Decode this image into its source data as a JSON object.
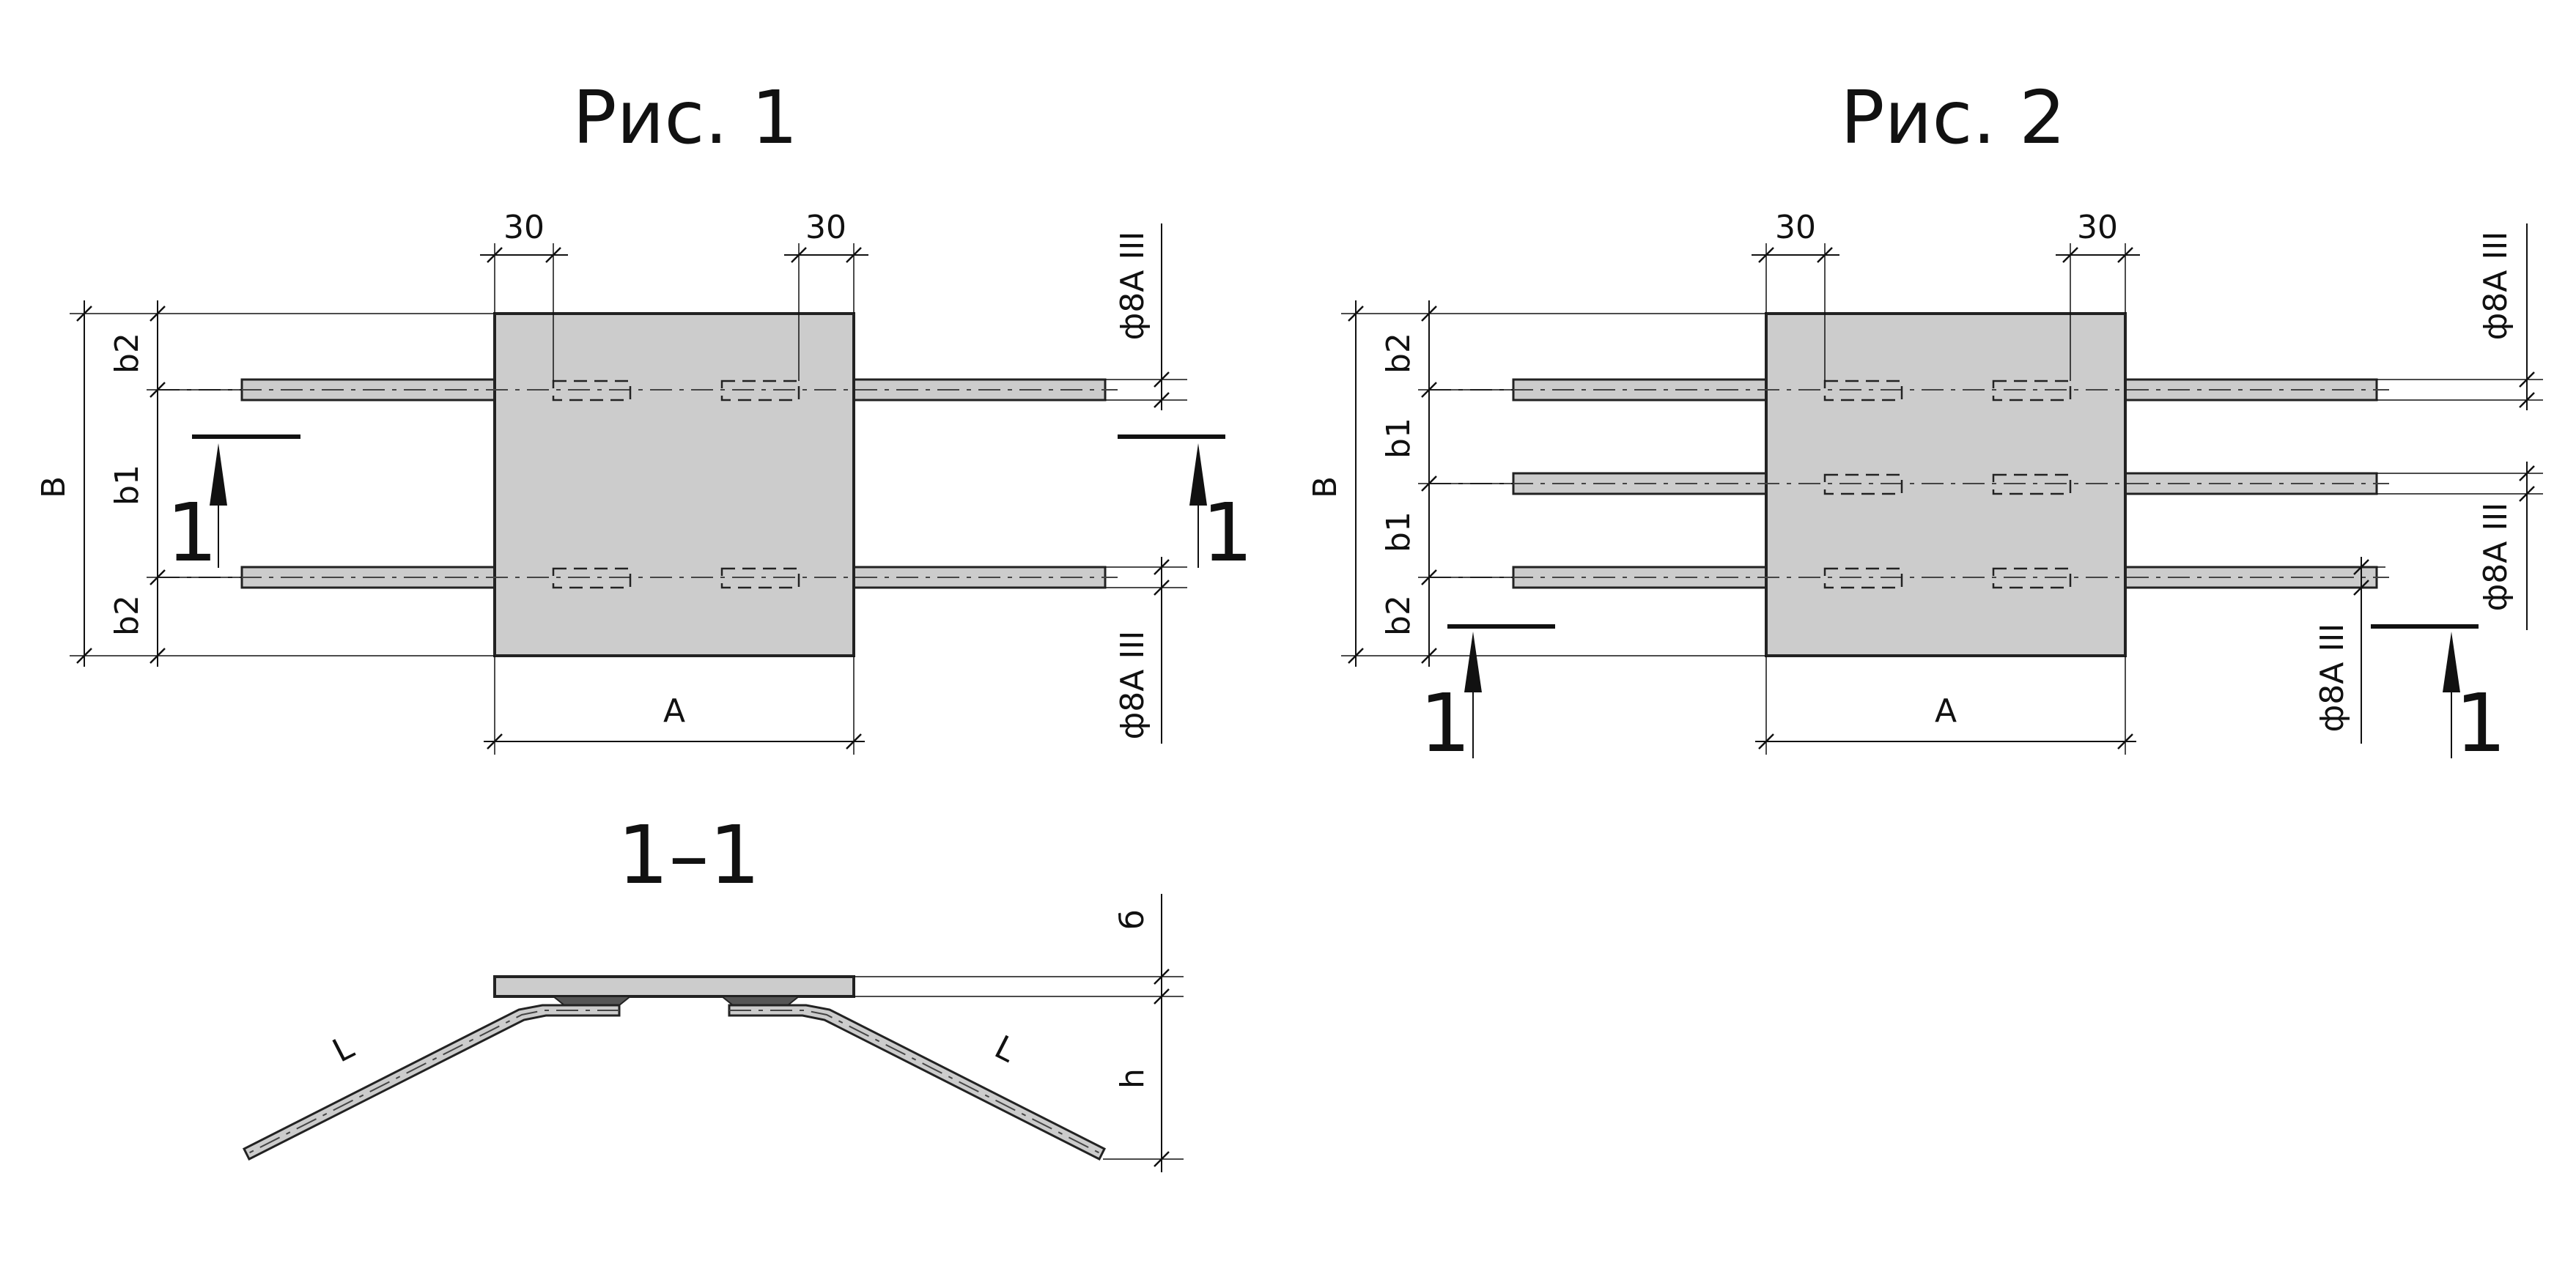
{
  "figures": {
    "fig1": {
      "title": "Рис. 1",
      "dim_30_left": "30",
      "dim_30_right": "30",
      "dim_A": "A",
      "dim_B": "B",
      "dim_b1": "b1",
      "dim_b2_top": "b2",
      "dim_b2_bottom": "b2",
      "bar_label_top": "ф8А III",
      "bar_label_bottom": "ф8А III",
      "section_mark_left": "1",
      "section_mark_right": "1"
    },
    "fig2": {
      "title": "Рис. 2",
      "dim_30_left": "30",
      "dim_30_right": "30",
      "dim_A": "A",
      "dim_B": "B",
      "dim_b1_top": "b1",
      "dim_b1_bottom": "b1",
      "dim_b2_top": "b2",
      "dim_b2_bottom": "b2",
      "bar_label_top": "ф8А III",
      "bar_label_middle": "ф8А III",
      "bar_label_left": "ф8А III",
      "section_mark_left": "1",
      "section_mark_right": "1"
    },
    "section": {
      "title": "1–1",
      "dim_thickness": "б",
      "dim_h": "h",
      "label_L_left": "L",
      "label_L_right": "L"
    }
  },
  "colors": {
    "plate_fill": "#cccccc",
    "line": "#222222"
  }
}
